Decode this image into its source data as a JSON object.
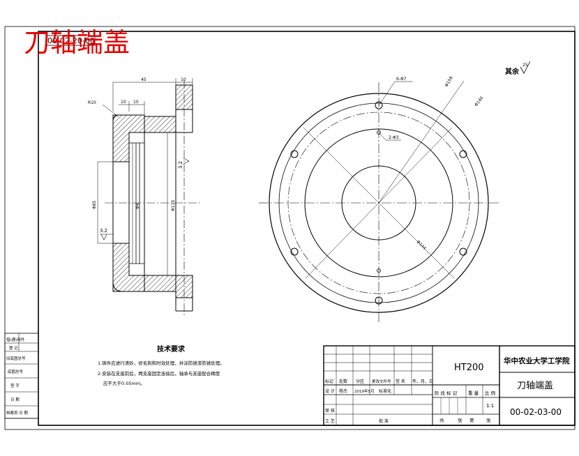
{
  "colors": {
    "ink": "#000000",
    "title_red": "#e60000",
    "paper": "#ffffff"
  },
  "corner": {
    "drawing_no": "00-02-20-00",
    "title": "刀轴端盖"
  },
  "section_view": {
    "dim_45": "45",
    "dim_10_top": "10",
    "dim_r10": "R10",
    "dim_10_a": "10",
    "dim_10_b": "10",
    "dia_85": "Φ85",
    "dia_d1": "Φ4",
    "dia_d2": "Φ110",
    "rough_left": "3.2",
    "rough_right": "3.2"
  },
  "plan_view": {
    "holes_6": "6-Φ7",
    "holes_2": "2-Φ3",
    "dia_outer": "Φ158",
    "dia_bolt": "Φ140",
    "dia_inner": "Φ144"
  },
  "roughness_rest": {
    "label": "其余",
    "value": "25"
  },
  "notes": {
    "title": "技术要求",
    "items": [
      "1.铸件应进行清砂，修毛刺和时效处理，并涂防锈漆防锈处理。",
      "2.安装在支座前后，两支座固定连接后，轴承与支座配合精度",
      "应不大于0.05mm。"
    ]
  },
  "left_strip": [
    "借(通)用件",
    "登 记",
    "旧底图总号",
    "底图总号",
    "签 字",
    "日 期",
    "档案员 日 期"
  ],
  "title_block": {
    "material": "HT200",
    "school": "华中农业大学工学院",
    "part_name": "刀轴端盖",
    "drawing_no": "00-02-03-00",
    "scale": "1:1",
    "header": [
      "标记",
      "处数",
      "分区",
      "更改文件号",
      "签 名",
      "年、月、日"
    ],
    "design_row": [
      "设 计",
      "杨杰",
      "2019年5月",
      "标准化"
    ],
    "stage_labels": [
      "阶 段 标 记",
      "重 量",
      "比 例"
    ],
    "check": "审 核",
    "process": "工 艺",
    "approve": "批 准",
    "total": "共",
    "sheet_of": "张",
    "sheet": "第",
    "sheet_end": "张"
  }
}
